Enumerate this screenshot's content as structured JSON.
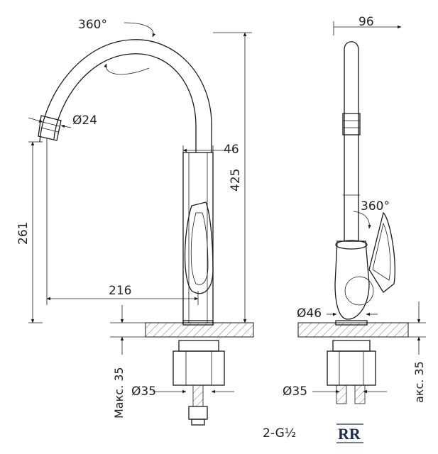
{
  "front_view": {
    "rotation_spout": "360°",
    "spout_diameter": "Ø24",
    "body_width": "46",
    "total_height": "425",
    "spout_height": "261",
    "spout_reach": "216",
    "max_counter_thickness": "Макс. 35",
    "mount_diameter": "Ø35"
  },
  "side_view": {
    "depth": "96",
    "rotation_handle": "360°",
    "base_diameter": "Ø46",
    "mount_diameter": "Ø35",
    "max_counter_thickness": "акс. 35",
    "thread_label": "2-G½"
  },
  "logo": {
    "text": "RR"
  }
}
